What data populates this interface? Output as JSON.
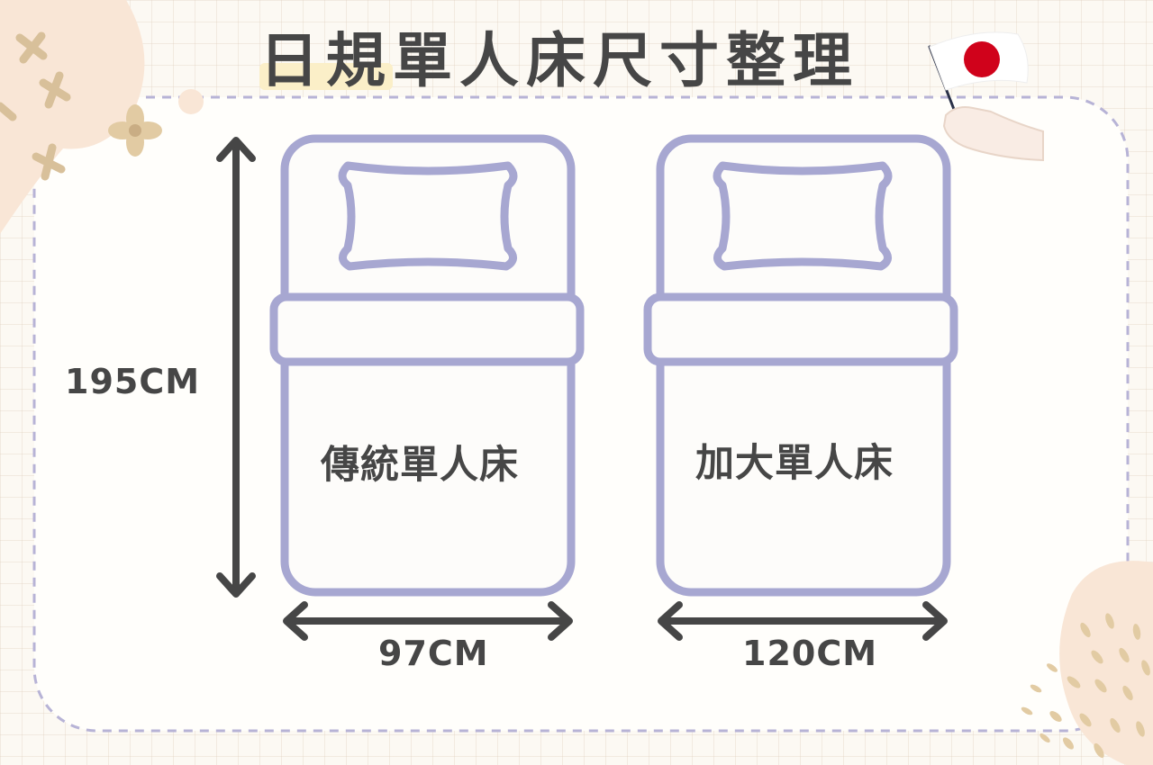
{
  "title": "日規單人床尺寸整理",
  "dimensions": {
    "length": "195CM"
  },
  "beds": [
    {
      "name": "傳統單人床",
      "width": "97CM"
    },
    {
      "name": "加大單人床",
      "width": "120CM"
    }
  ],
  "colors": {
    "bed_outline": "#a7a7d1",
    "bed_fill": "#fdfcfa",
    "arrow": "#464646",
    "text": "#464646",
    "dashed_frame": "#b7b3d6",
    "blob": "#f9e6d6",
    "flower": "#d8c09a",
    "flag_red": "#d0021b"
  },
  "icons": {
    "flag": "japan-flag-icon",
    "decor_top_left": "flower-decoration",
    "decor_bottom_right": "seed-dots-decoration"
  }
}
